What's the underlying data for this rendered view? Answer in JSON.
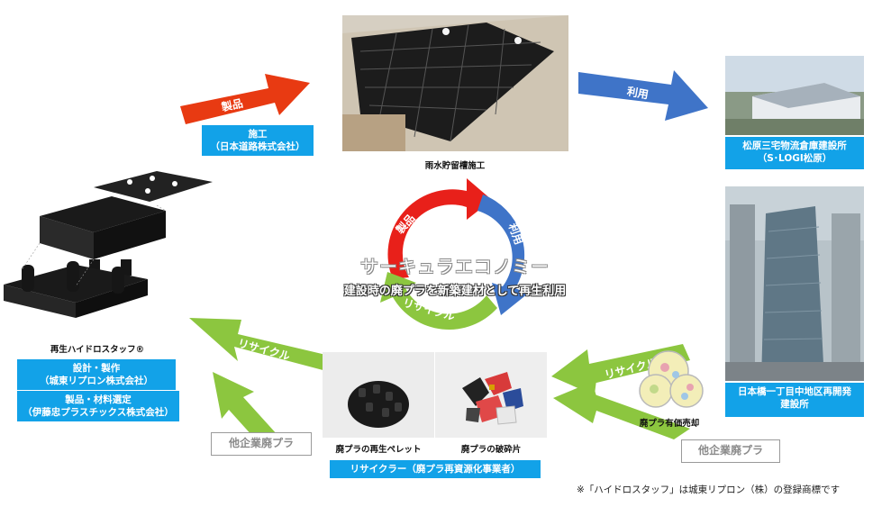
{
  "arrows": {
    "top_left_label": "製品",
    "top_right_label": "利用",
    "left_bottom_label": "リサイクル",
    "right_bottom_label": "リサイクル"
  },
  "construction": {
    "box_line1": "施工",
    "box_line2": "（日本道路株式会社）",
    "photo_caption": "雨水貯留槽施工"
  },
  "buildings": {
    "warehouse_line1": "松原三宅物流倉庫建設所",
    "warehouse_line2": "（S･LOGI松原）",
    "tower_line1": "日本橋一丁目中地区再開発",
    "tower_line2": "建設所"
  },
  "product": {
    "name": "再生ハイドロスタッフ®",
    "box1_line1": "設計・製作",
    "box1_line2": "（城東リプロン株式会社）",
    "box2_line1": "製品・材料選定",
    "box2_line2": "（伊藤忠プラスチックス株式会社）"
  },
  "cycle": {
    "label_products": "製品",
    "label_use": "利用",
    "label_recycle": "リサイクル",
    "title": "サーキュラエコノミー",
    "subtitle": "建設時の廃プラを新築建材として再生利用"
  },
  "recycler": {
    "pellet_caption": "廃プラの再生ペレット",
    "fragment_caption": "廃プラの破砕片",
    "box_label": "リサイクラー（廃プラ再資源化事業者）"
  },
  "waste": {
    "sale_label": "廃プラ有価売却",
    "other_left": "他企業廃プラ",
    "other_right": "他企業廃プラ"
  },
  "footnote": "※「ハイドロスタッフ」は城東リプロン（株）の登録商標です",
  "colors": {
    "blue_box": "#12a2e8",
    "red_arrow": "#e83a12",
    "blue_arrow": "#3f74c8",
    "green_arrow": "#8cc63f"
  }
}
